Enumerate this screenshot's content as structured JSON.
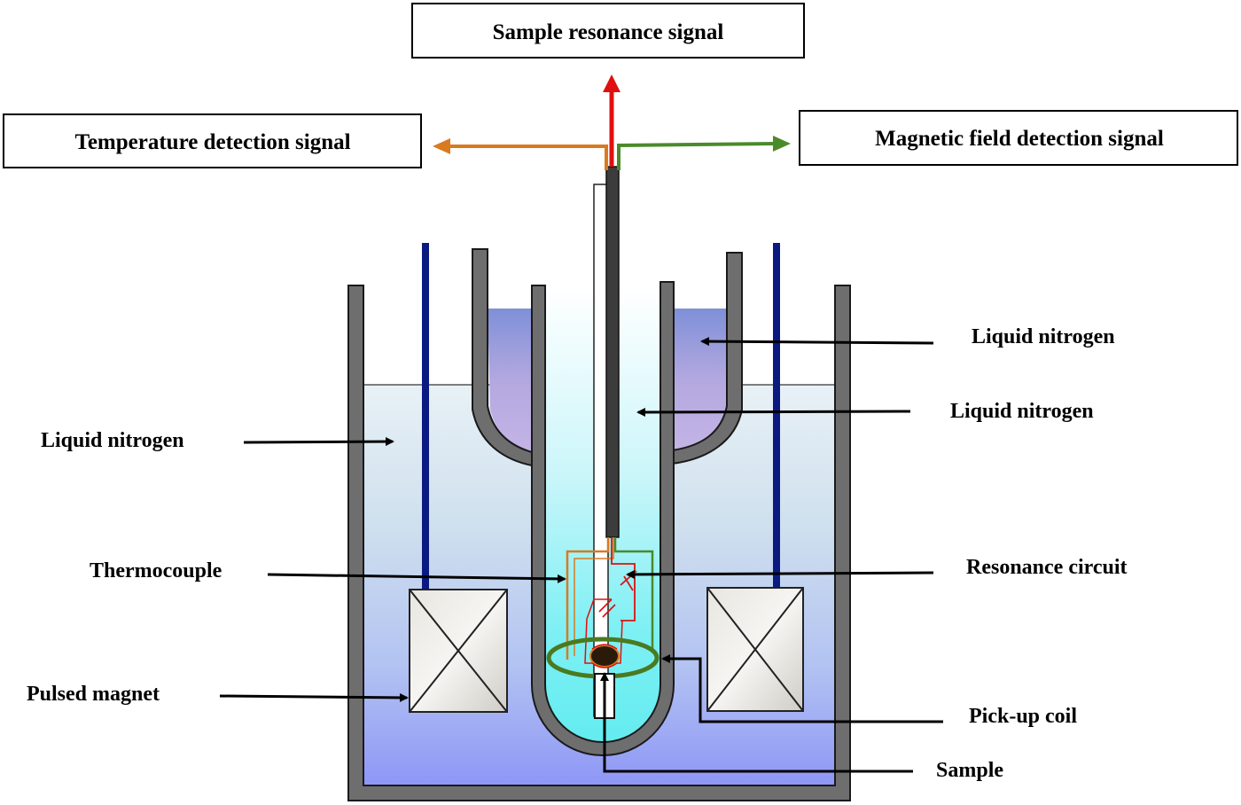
{
  "signals": {
    "sample_resonance": "Sample resonance signal",
    "temperature_detection": "Temperature detection signal",
    "magnetic_field_detection": "Magnetic field detection signal"
  },
  "labels": {
    "liquid_nitrogen_outer": "Liquid nitrogen",
    "liquid_nitrogen_upper": "Liquid nitrogen",
    "liquid_nitrogen_inner": "Liquid nitrogen",
    "thermocouple": "Thermocouple",
    "resonance_circuit": "Resonance circuit",
    "pulsed_magnet": "Pulsed magnet",
    "pickup_coil": "Pick-up coil",
    "sample": "Sample"
  },
  "colors": {
    "wall": "#6e6e6e",
    "wall_stroke": "#1a1a1a",
    "magnet_lead": "#0a1a80",
    "resonance_arrow": "#e01010",
    "temperature_arrow": "#d97a20",
    "field_arrow": "#4a8a2a",
    "pickup_coil": "#4a7a20"
  }
}
